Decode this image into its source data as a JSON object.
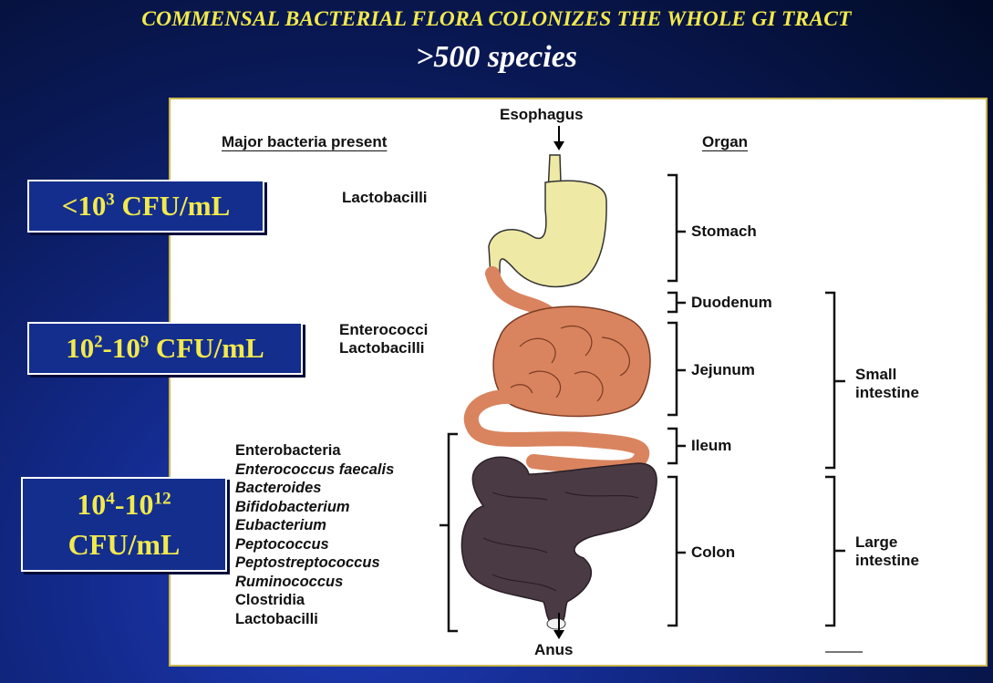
{
  "title": "COMMENSAL BACTERIAL FLORA COLONIZES THE WHOLE GI TRACT",
  "subtitle": ">500 species",
  "cfu_boxes": [
    {
      "prefix": "<10",
      "exp1": "3",
      "mid": "",
      "exp2": "",
      "suffix": " CFU/mL"
    },
    {
      "prefix": "10",
      "exp1": "2",
      "mid": "-10",
      "exp2": "9",
      "suffix": " CFU/mL"
    },
    {
      "prefix": "10",
      "exp1": "4",
      "mid": "-10",
      "exp2": "12",
      "suffix": "CFU/mL"
    }
  ],
  "diagram": {
    "headers": {
      "bacteria": "Major bacteria present",
      "organ": "Organ"
    },
    "esophagus": "Esophagus",
    "anus": "Anus",
    "bacteria": {
      "stomach": [
        "Lactobacilli"
      ],
      "small": [
        "Enterococci",
        "Lactobacilli"
      ],
      "colon": [
        {
          "text": "Enterobacteria",
          "italic": false
        },
        {
          "text": "Enterococcus faecalis",
          "italic": true
        },
        {
          "text": "Bacteroides",
          "italic": true
        },
        {
          "text": "Bifidobacterium",
          "italic": true
        },
        {
          "text": "Eubacterium",
          "italic": true
        },
        {
          "text": "Peptococcus",
          "italic": true
        },
        {
          "text": "Peptostreptococcus",
          "italic": true
        },
        {
          "text": "Ruminococcus",
          "italic": true
        },
        {
          "text": "Clostridia",
          "italic": false
        },
        {
          "text": "Lactobacilli",
          "italic": false
        }
      ]
    },
    "organs": {
      "stomach": "Stomach",
      "duodenum": "Duodenum",
      "jejunum": "Jejunum",
      "ileum": "Ileum",
      "colon": "Colon"
    },
    "groups": {
      "small": [
        "Small",
        "intestine"
      ],
      "large": [
        "Large",
        "intestine"
      ]
    }
  },
  "colors": {
    "stomach": "#efe9a6",
    "small_intestine": "#d9845e",
    "colon": "#4a3a44",
    "title": "#f2ea4c"
  }
}
